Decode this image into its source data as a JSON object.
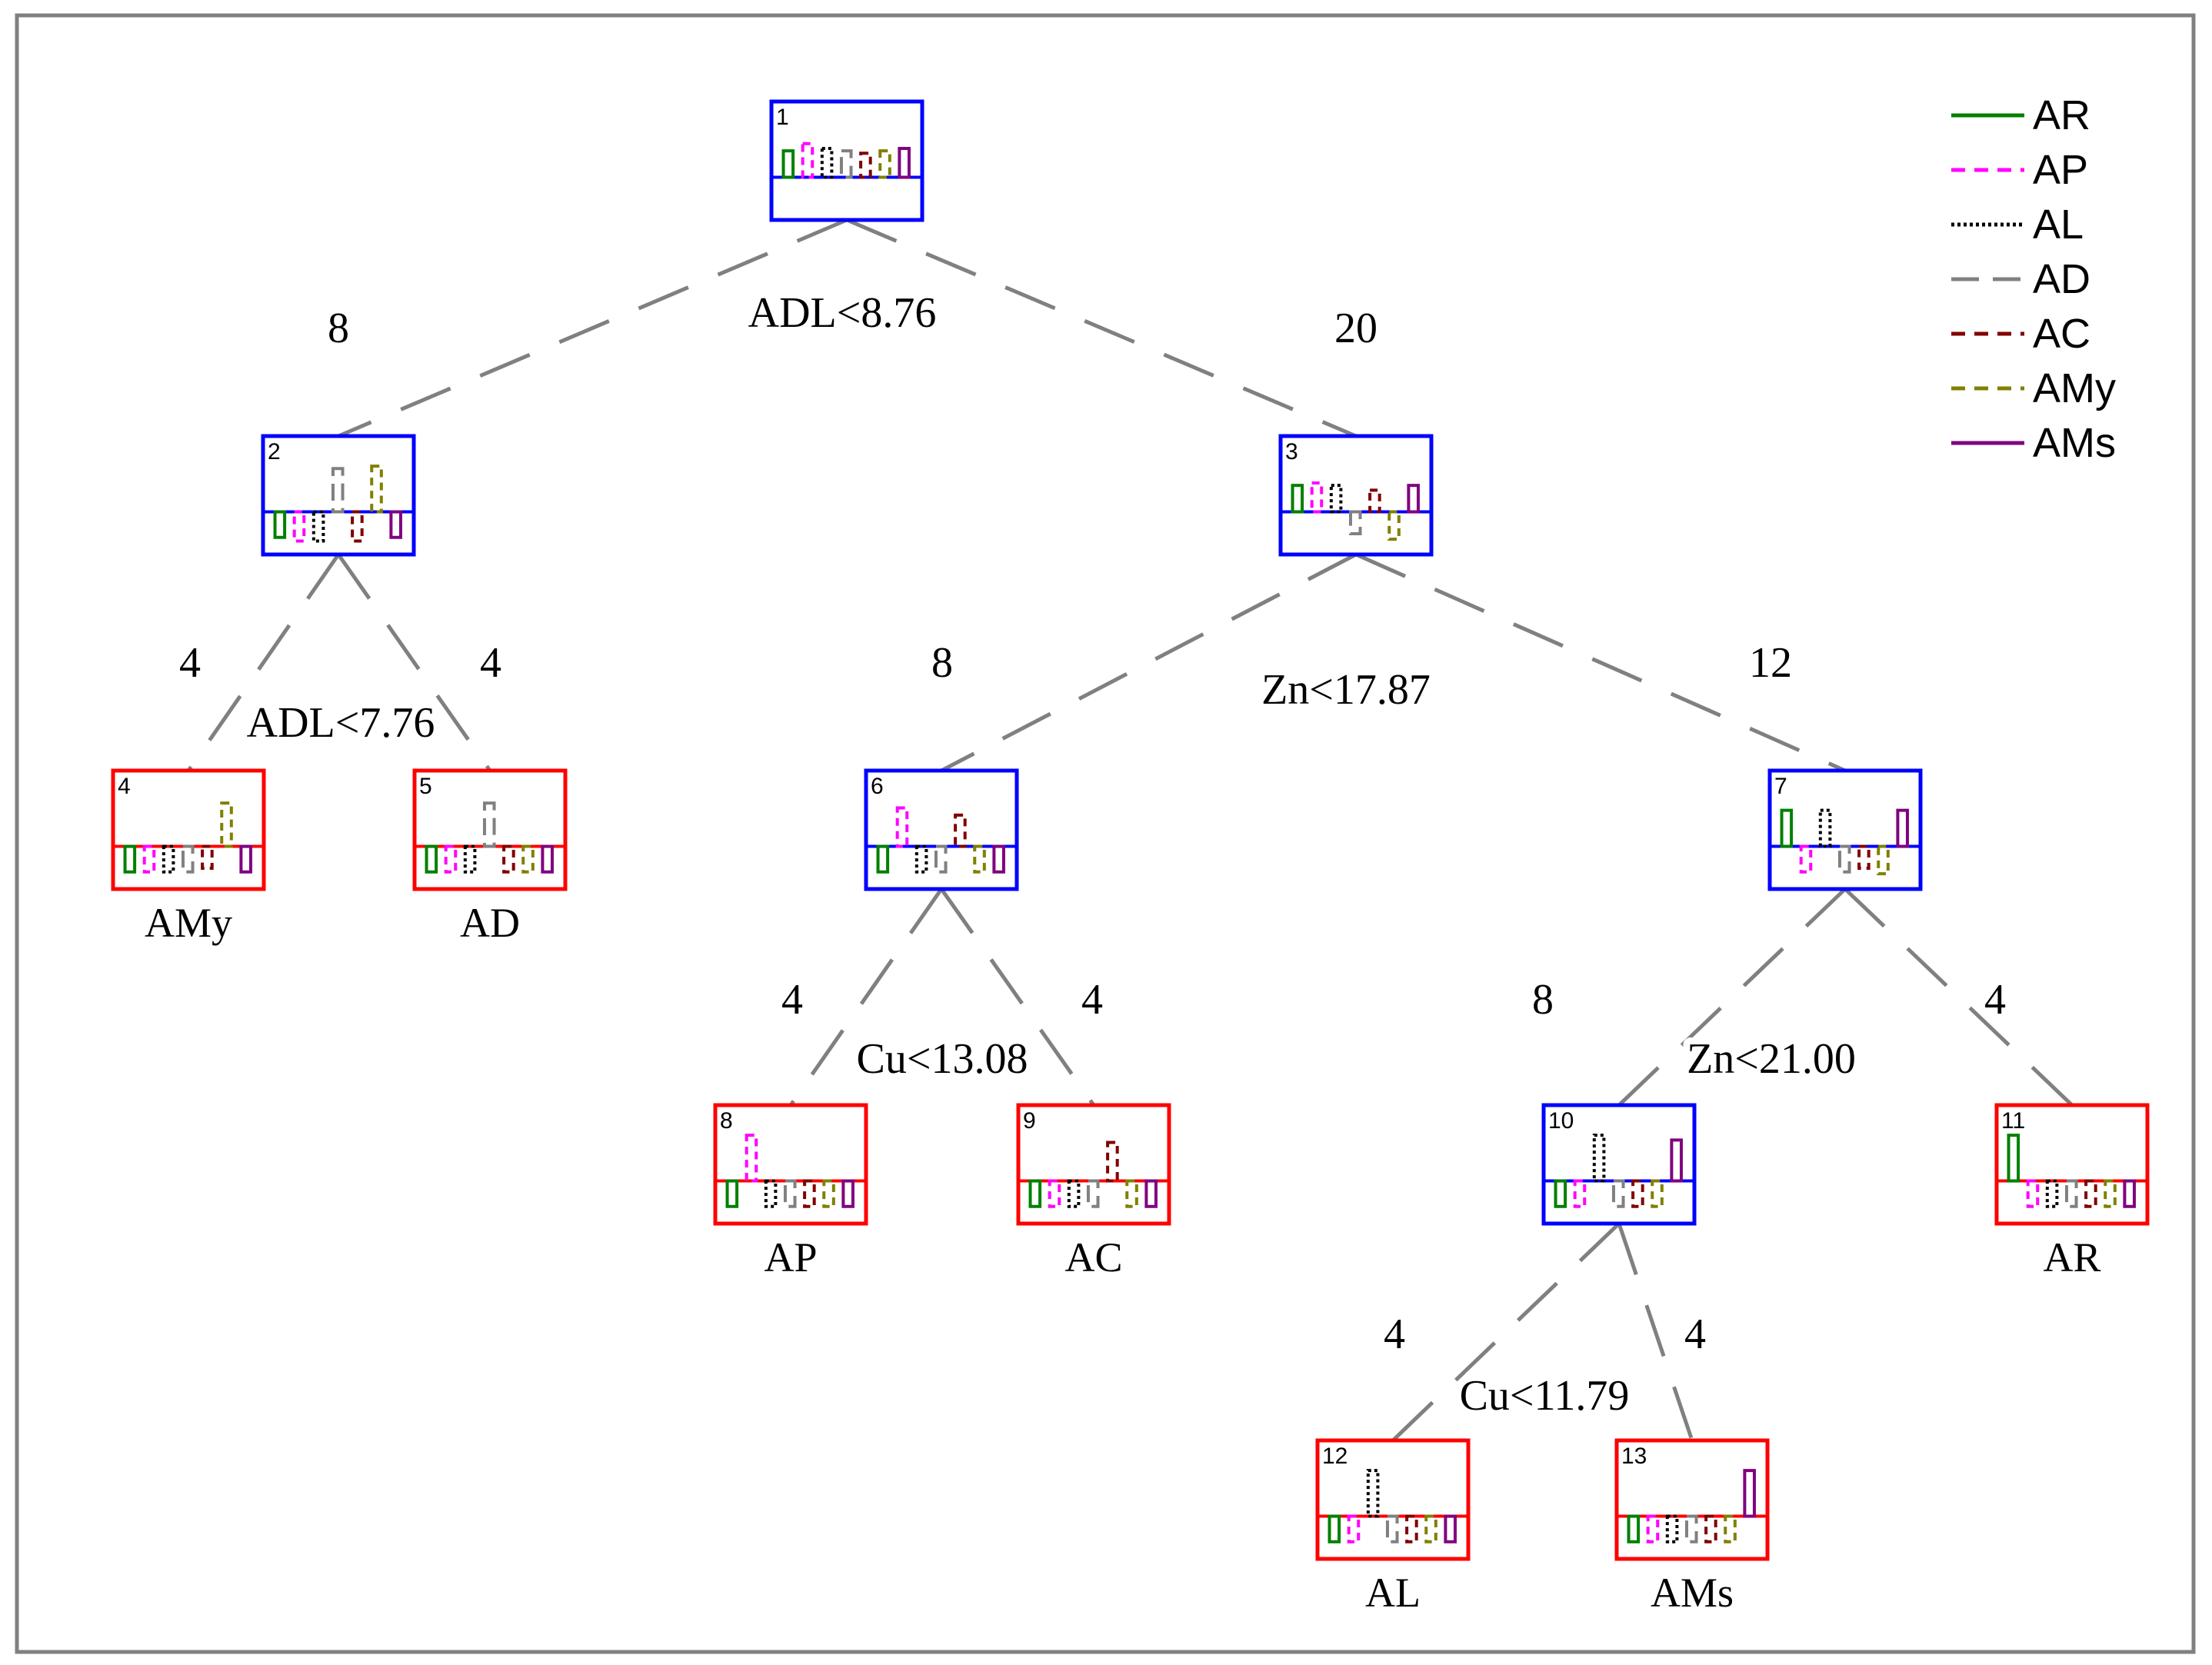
{
  "legend": {
    "items": [
      {
        "label": "AR",
        "color": "#008000",
        "dash": "solid"
      },
      {
        "label": "AP",
        "color": "#ff00ff",
        "dash": "dashed"
      },
      {
        "label": "AL",
        "color": "#000000",
        "dash": "dotted"
      },
      {
        "label": "AD",
        "color": "#808080",
        "dash": "longdash"
      },
      {
        "label": "AC",
        "color": "#800000",
        "dash": "dashed"
      },
      {
        "label": "AMy",
        "color": "#808000",
        "dash": "dashed"
      },
      {
        "label": "AMs",
        "color": "#800080",
        "dash": "solid"
      }
    ]
  },
  "tree": {
    "nodes": [
      {
        "id": "1",
        "type": "split",
        "bars": [
          0.55,
          0.7,
          0.6,
          0.55,
          0.5,
          0.55,
          0.6
        ]
      },
      {
        "id": "2",
        "type": "split",
        "bars": [
          -0.7,
          -0.8,
          -0.8,
          0.9,
          -0.8,
          0.95,
          -0.7
        ]
      },
      {
        "id": "3",
        "type": "split",
        "bars": [
          0.55,
          0.6,
          0.55,
          -0.6,
          0.45,
          -0.75,
          0.55
        ]
      },
      {
        "id": "4",
        "type": "leaf",
        "label": "AMy",
        "bars": [
          -0.7,
          -0.7,
          -0.7,
          -0.7,
          -0.6,
          0.9,
          -0.7
        ]
      },
      {
        "id": "5",
        "type": "leaf",
        "label": "AD",
        "bars": [
          -0.7,
          -0.7,
          -0.7,
          0.9,
          -0.7,
          -0.7,
          -0.7
        ]
      },
      {
        "id": "6",
        "type": "split",
        "bars": [
          -0.7,
          0.8,
          -0.7,
          -0.7,
          0.65,
          -0.7,
          -0.7
        ]
      },
      {
        "id": "7",
        "type": "split",
        "bars": [
          0.75,
          -0.7,
          0.75,
          -0.7,
          -0.6,
          -0.75,
          0.75
        ]
      },
      {
        "id": "8",
        "type": "leaf",
        "label": "AP",
        "bars": [
          -0.7,
          0.95,
          -0.7,
          -0.7,
          -0.7,
          -0.7,
          -0.7
        ]
      },
      {
        "id": "9",
        "type": "leaf",
        "label": "AC",
        "bars": [
          -0.7,
          -0.7,
          -0.7,
          -0.7,
          0.8,
          -0.7,
          -0.7
        ]
      },
      {
        "id": "10",
        "type": "split",
        "bars": [
          -0.7,
          -0.7,
          0.95,
          -0.7,
          -0.7,
          -0.7,
          0.85
        ]
      },
      {
        "id": "11",
        "type": "leaf",
        "label": "AR",
        "bars": [
          0.95,
          -0.7,
          -0.7,
          -0.7,
          -0.7,
          -0.7,
          -0.7
        ]
      },
      {
        "id": "12",
        "type": "leaf",
        "label": "AL",
        "bars": [
          -0.7,
          -0.7,
          0.95,
          -0.7,
          -0.7,
          -0.7,
          -0.7
        ]
      },
      {
        "id": "13",
        "type": "leaf",
        "label": "AMs",
        "bars": [
          -0.7,
          -0.7,
          -0.7,
          -0.7,
          -0.7,
          -0.7,
          0.95
        ]
      }
    ],
    "splits": [
      {
        "node": "1",
        "condition": "ADL<8.76",
        "left_count": "8",
        "right_count": "20"
      },
      {
        "node": "2",
        "condition": "ADL<7.76",
        "left_count": "4",
        "right_count": "4"
      },
      {
        "node": "3",
        "condition": "Zn<17.87",
        "left_count": "8",
        "right_count": "12"
      },
      {
        "node": "6",
        "condition": "Cu<13.08",
        "left_count": "4",
        "right_count": "4"
      },
      {
        "node": "7",
        "condition": "Zn<21.00",
        "left_count": "8",
        "right_count": "4"
      },
      {
        "node": "10",
        "condition": "Cu<11.79",
        "left_count": "4",
        "right_count": "4"
      }
    ],
    "split_box_color": "#0000ff",
    "leaf_box_color": "#ff0000",
    "edge_color": "#808080"
  }
}
